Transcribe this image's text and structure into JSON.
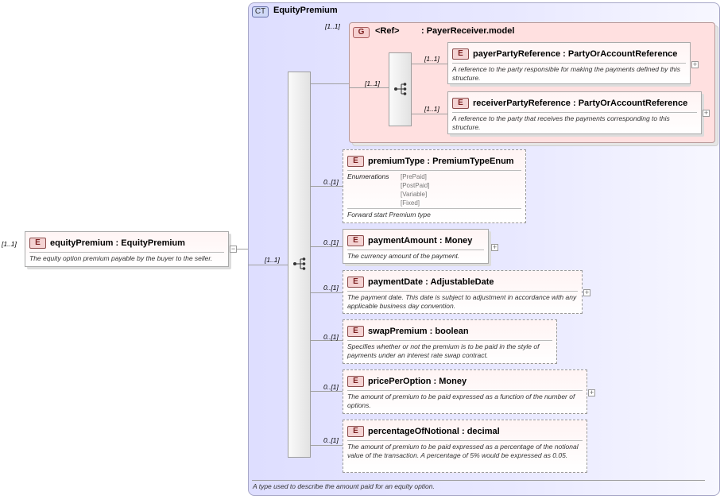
{
  "root": {
    "multiplicity": "[1..1]",
    "badge": "E",
    "name": "equityPremium",
    "type": "EquityPremium",
    "description": "The equity option premium payable by the buyer to the seller.",
    "connector_multiplicity": "[1..1]"
  },
  "complex_type": {
    "badge": "CT",
    "title": "EquityPremium",
    "description": "A type used to describe the amount paid for an equity option."
  },
  "group": {
    "multiplicity": "[1..1]",
    "badge": "G",
    "ref_label": "<Ref>",
    "model": ": PayerReceiver.model",
    "inner_multiplicity": "[1..1]",
    "elements": [
      {
        "multiplicity": "[1..1]",
        "badge": "E",
        "name": "payerPartyReference",
        "type": "PartyOrAccountReference",
        "description": "A reference to the party responsible for making the payments defined by this structure."
      },
      {
        "multiplicity": "[1..1]",
        "badge": "E",
        "name": "receiverPartyReference",
        "type": "PartyOrAccountReference",
        "description": "A reference to the party that receives the payments corresponding to this structure."
      }
    ]
  },
  "elements": [
    {
      "multiplicity": "0..[1]",
      "badge": "E",
      "name": "premiumType",
      "type": "PremiumTypeEnum",
      "enum_label": "Enumerations",
      "enums": [
        "[PrePaid]",
        "[PostPaid]",
        "[Variable]",
        "[Fixed]"
      ],
      "description": "Forward start Premium type"
    },
    {
      "multiplicity": "0..[1]",
      "badge": "E",
      "name": "paymentAmount",
      "type": "Money",
      "description": "The currency amount of the payment."
    },
    {
      "multiplicity": "0..[1]",
      "badge": "E",
      "name": "paymentDate",
      "type": "AdjustableDate",
      "description": "The payment date. This date is subject to adjustment in accordance with any applicable business day convention."
    },
    {
      "multiplicity": "0..[1]",
      "badge": "E",
      "name": "swapPremium",
      "type": "boolean",
      "description": "Specifies whether or not the premium is to be paid in the style of payments under an interest rate swap contract."
    },
    {
      "multiplicity": "0..[1]",
      "badge": "E",
      "name": "pricePerOption",
      "type": "Money",
      "description": "The amount of premium to be paid expressed as a function of the number of options."
    },
    {
      "multiplicity": "0..[1]",
      "badge": "E",
      "name": "percentageOfNotional",
      "type": "decimal",
      "description": "The amount of premium to be paid expressed as a percentage of the notional value of the transaction. A percentage of 5% would be expressed as 0.05."
    }
  ],
  "sequence": {
    "multiplicity": "[1..1]"
  },
  "icons": {
    "expand": "+",
    "collapse": "−"
  }
}
